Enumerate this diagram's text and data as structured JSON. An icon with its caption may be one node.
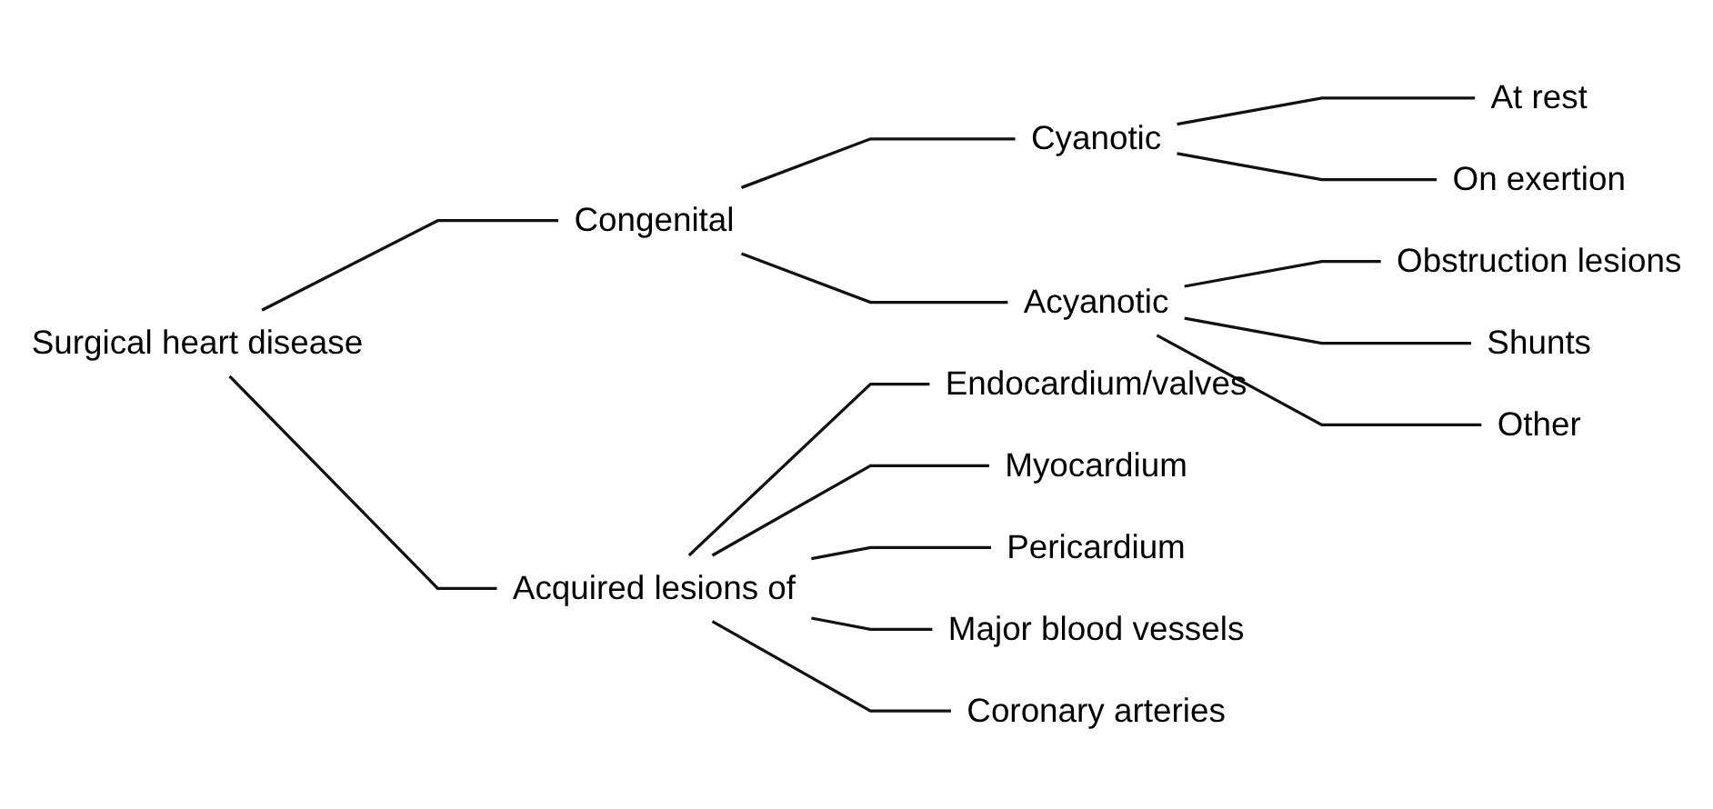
{
  "diagram": {
    "nodes": [
      {
        "text": [
          "Surgical heart disease"
        ]
      },
      {
        "text": [
          "Congenital"
        ]
      },
      {
        "text": [
          "Cyanotic"
        ]
      },
      {
        "text": [
          "At rest"
        ]
      },
      {
        "text": [
          "On exertion"
        ]
      },
      {
        "text": [
          "Acyanotic"
        ]
      },
      {
        "text": [
          "Obstruction lesions"
        ]
      },
      {
        "text": [
          "Shunts"
        ]
      },
      {
        "text": [
          "Other"
        ]
      },
      {
        "text": [
          "Acquired lesions of"
        ]
      },
      {
        "text": [
          "Endocardium/valves"
        ]
      },
      {
        "text": [
          "Myocardium"
        ]
      },
      {
        "text": [
          "Pericardium"
        ]
      },
      {
        "text": [
          "Major blood vessels"
        ]
      },
      {
        "text": [
          "Coronary arteries"
        ]
      }
    ],
    "edges": [
      {
        "from": 0,
        "to": 1,
        "arrow": "none"
      },
      {
        "from": 0,
        "to": 9,
        "arrow": "none"
      },
      {
        "from": 1,
        "to": 2,
        "arrow": "none"
      },
      {
        "from": 1,
        "to": 5,
        "arrow": "none"
      },
      {
        "from": 2,
        "to": 3,
        "arrow": "none"
      },
      {
        "from": 2,
        "to": 4,
        "arrow": "none"
      },
      {
        "from": 5,
        "to": 6,
        "arrow": "none"
      },
      {
        "from": 5,
        "to": 7,
        "arrow": "none"
      },
      {
        "from": 5,
        "to": 8,
        "arrow": "none"
      },
      {
        "from": 9,
        "to": 10,
        "arrow": "none"
      },
      {
        "from": 9,
        "to": 11,
        "arrow": "none"
      },
      {
        "from": 9,
        "to": 12,
        "arrow": "none"
      },
      {
        "from": 9,
        "to": 13,
        "arrow": "none"
      },
      {
        "from": 9,
        "to": 14,
        "arrow": "none"
      }
    ]
  }
}
